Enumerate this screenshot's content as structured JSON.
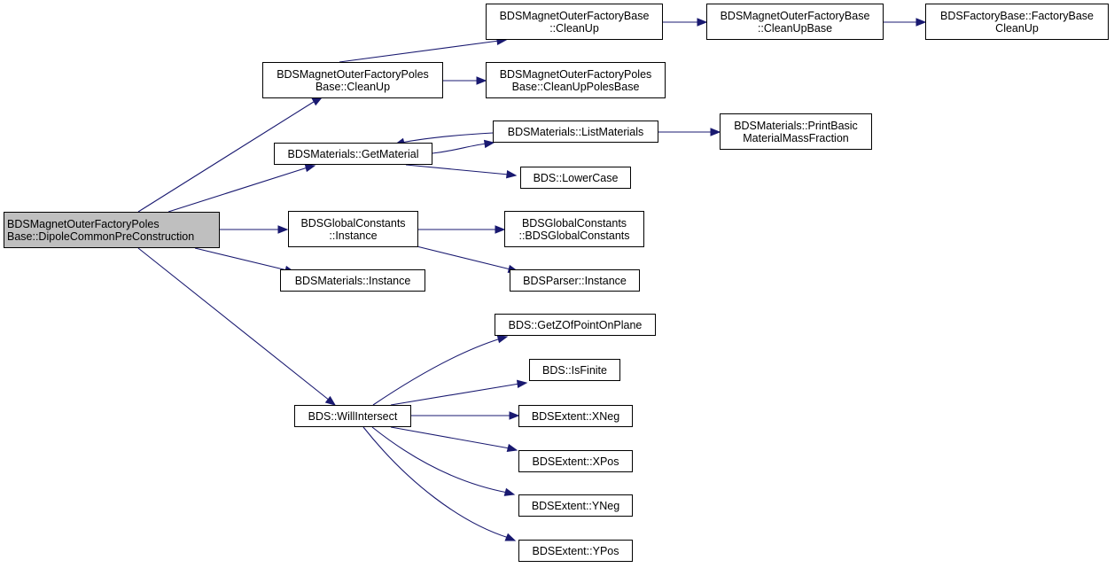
{
  "diagram": {
    "colors": {
      "edge": "#191970",
      "node_border": "#000000",
      "root_fill": "#bfbfbf",
      "node_fill": "#ffffff"
    },
    "nodes": [
      {
        "id": "root",
        "lines": [
          "BDSMagnetOuterFactoryPoles",
          "Base::DipoleCommonPreConstruction"
        ]
      },
      {
        "id": "mofp_cleanup",
        "lines": [
          "BDSMagnetOuterFactoryPoles",
          "Base::CleanUp"
        ]
      },
      {
        "id": "mofb_cleanup",
        "lines": [
          "BDSMagnetOuterFactoryBase",
          "::CleanUp"
        ]
      },
      {
        "id": "mofb_cleanupbase",
        "lines": [
          "BDSMagnetOuterFactoryBase",
          "::CleanUpBase"
        ]
      },
      {
        "id": "fb_cleanup",
        "lines": [
          "BDSFactoryBase::FactoryBase",
          "CleanUp"
        ]
      },
      {
        "id": "mofp_cleanuppolesbase",
        "lines": [
          "BDSMagnetOuterFactoryPoles",
          "Base::CleanUpPolesBase"
        ]
      },
      {
        "id": "mat_getmaterial",
        "lines": [
          "BDSMaterials::GetMaterial"
        ]
      },
      {
        "id": "mat_listmaterials",
        "lines": [
          "BDSMaterials::ListMaterials"
        ]
      },
      {
        "id": "mat_printbasic",
        "lines": [
          "BDSMaterials::PrintBasic",
          "MaterialMassFraction"
        ]
      },
      {
        "id": "bds_lowercase",
        "lines": [
          "BDS::LowerCase"
        ]
      },
      {
        "id": "gc_instance",
        "lines": [
          "BDSGlobalConstants",
          "::Instance"
        ]
      },
      {
        "id": "gc_ctor",
        "lines": [
          "BDSGlobalConstants",
          "::BDSGlobalConstants"
        ]
      },
      {
        "id": "mat_instance",
        "lines": [
          "BDSMaterials::Instance"
        ]
      },
      {
        "id": "parser_instance",
        "lines": [
          "BDSParser::Instance"
        ]
      },
      {
        "id": "bds_willintersect",
        "lines": [
          "BDS::WillIntersect"
        ]
      },
      {
        "id": "bds_getz",
        "lines": [
          "BDS::GetZOfPointOnPlane"
        ]
      },
      {
        "id": "bds_isfinite",
        "lines": [
          "BDS::IsFinite"
        ]
      },
      {
        "id": "ext_xneg",
        "lines": [
          "BDSExtent::XNeg"
        ]
      },
      {
        "id": "ext_xpos",
        "lines": [
          "BDSExtent::XPos"
        ]
      },
      {
        "id": "ext_yneg",
        "lines": [
          "BDSExtent::YNeg"
        ]
      },
      {
        "id": "ext_ypos",
        "lines": [
          "BDSExtent::YPos"
        ]
      }
    ],
    "edges": [
      {
        "from": "root",
        "to": "mofp_cleanup"
      },
      {
        "from": "root",
        "to": "mat_getmaterial"
      },
      {
        "from": "root",
        "to": "gc_instance"
      },
      {
        "from": "root",
        "to": "mat_instance"
      },
      {
        "from": "root",
        "to": "bds_willintersect"
      },
      {
        "from": "mofp_cleanup",
        "to": "mofb_cleanup"
      },
      {
        "from": "mofp_cleanup",
        "to": "mofp_cleanuppolesbase"
      },
      {
        "from": "mofb_cleanup",
        "to": "mofb_cleanupbase"
      },
      {
        "from": "mofb_cleanupbase",
        "to": "fb_cleanup"
      },
      {
        "from": "mat_getmaterial",
        "to": "mat_listmaterials"
      },
      {
        "from": "mat_listmaterials",
        "to": "mat_getmaterial"
      },
      {
        "from": "mat_getmaterial",
        "to": "bds_lowercase"
      },
      {
        "from": "mat_listmaterials",
        "to": "mat_printbasic"
      },
      {
        "from": "gc_instance",
        "to": "gc_ctor"
      },
      {
        "from": "gc_instance",
        "to": "parser_instance"
      },
      {
        "from": "bds_willintersect",
        "to": "bds_getz"
      },
      {
        "from": "bds_willintersect",
        "to": "bds_isfinite"
      },
      {
        "from": "bds_willintersect",
        "to": "ext_xneg"
      },
      {
        "from": "bds_willintersect",
        "to": "ext_xpos"
      },
      {
        "from": "bds_willintersect",
        "to": "ext_yneg"
      },
      {
        "from": "bds_willintersect",
        "to": "ext_ypos"
      }
    ]
  }
}
